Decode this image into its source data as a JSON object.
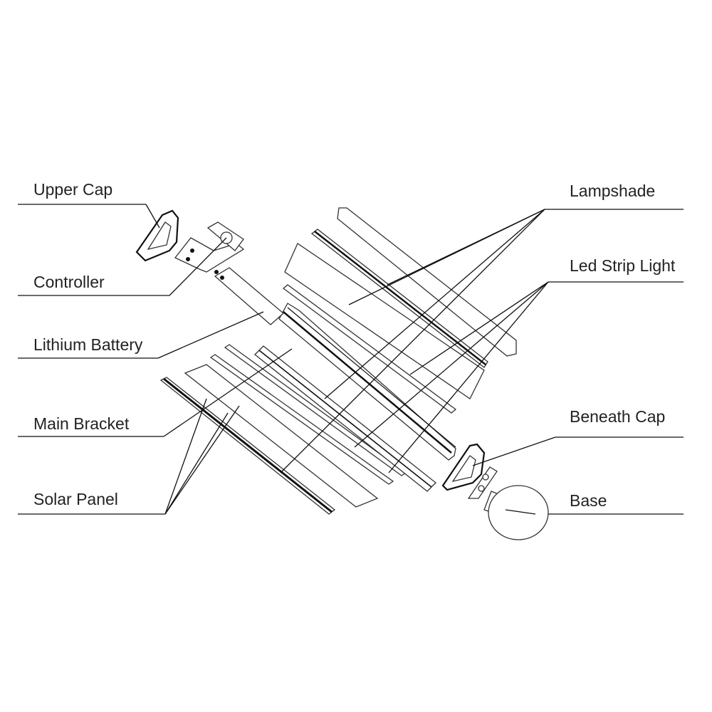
{
  "labels": {
    "upper_cap": "Upper Cap",
    "controller": "Controller",
    "lithium_battery": "Lithium Battery",
    "main_bracket": "Main Bracket",
    "solar_panel": "Solar Panel",
    "lampshade": "Lampshade",
    "led_strip_light": "Led Strip Light",
    "beneath_cap": "Beneath Cap",
    "base": "Base"
  },
  "colors": {
    "background": "#ffffff",
    "line": "#111111",
    "text": "#222222"
  }
}
